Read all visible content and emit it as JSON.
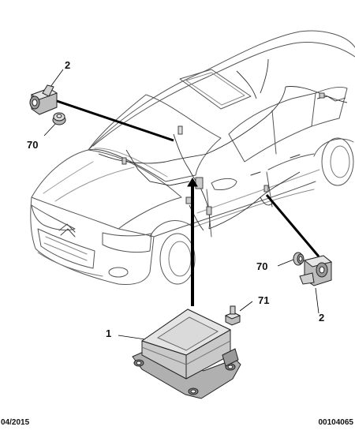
{
  "callouts": {
    "c_2_top": "2",
    "c_70_top": "70",
    "c_70_right": "70",
    "c_71": "71",
    "c_1": "1",
    "c_2_right": "2"
  },
  "footer": {
    "date": "04/2015",
    "reference": "00104065"
  }
}
